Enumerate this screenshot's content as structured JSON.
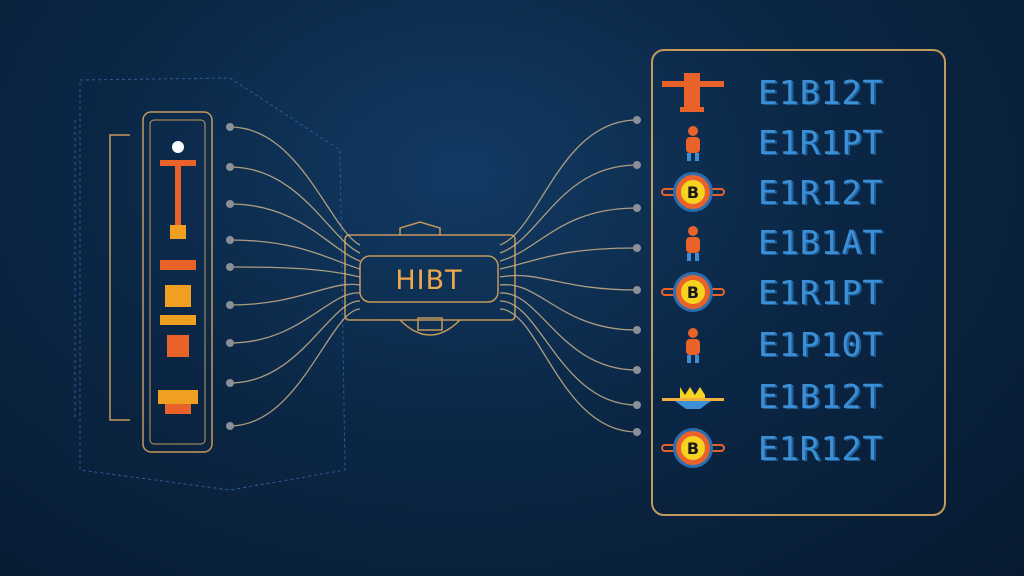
{
  "hub": {
    "label": "HIBT"
  },
  "rows": [
    {
      "icon": "pagoda-icon",
      "code": "E1B12T"
    },
    {
      "icon": "figure-icon",
      "code": "E1R1PT"
    },
    {
      "icon": "bitcoin-icon",
      "code": "E1R12T"
    },
    {
      "icon": "figure-icon",
      "code": "E1B1AT"
    },
    {
      "icon": "bitcoin-icon",
      "code": "E1R1PT"
    },
    {
      "icon": "figure-icon",
      "code": "E1P10T"
    },
    {
      "icon": "crown-icon",
      "code": "E1B12T"
    },
    {
      "icon": "bitcoin-icon",
      "code": "E1R12T"
    }
  ],
  "colors": {
    "gold": "#c49a5a",
    "orange": "#e8622a",
    "yellow": "#f5d320",
    "blue": "#3a8fd6"
  }
}
